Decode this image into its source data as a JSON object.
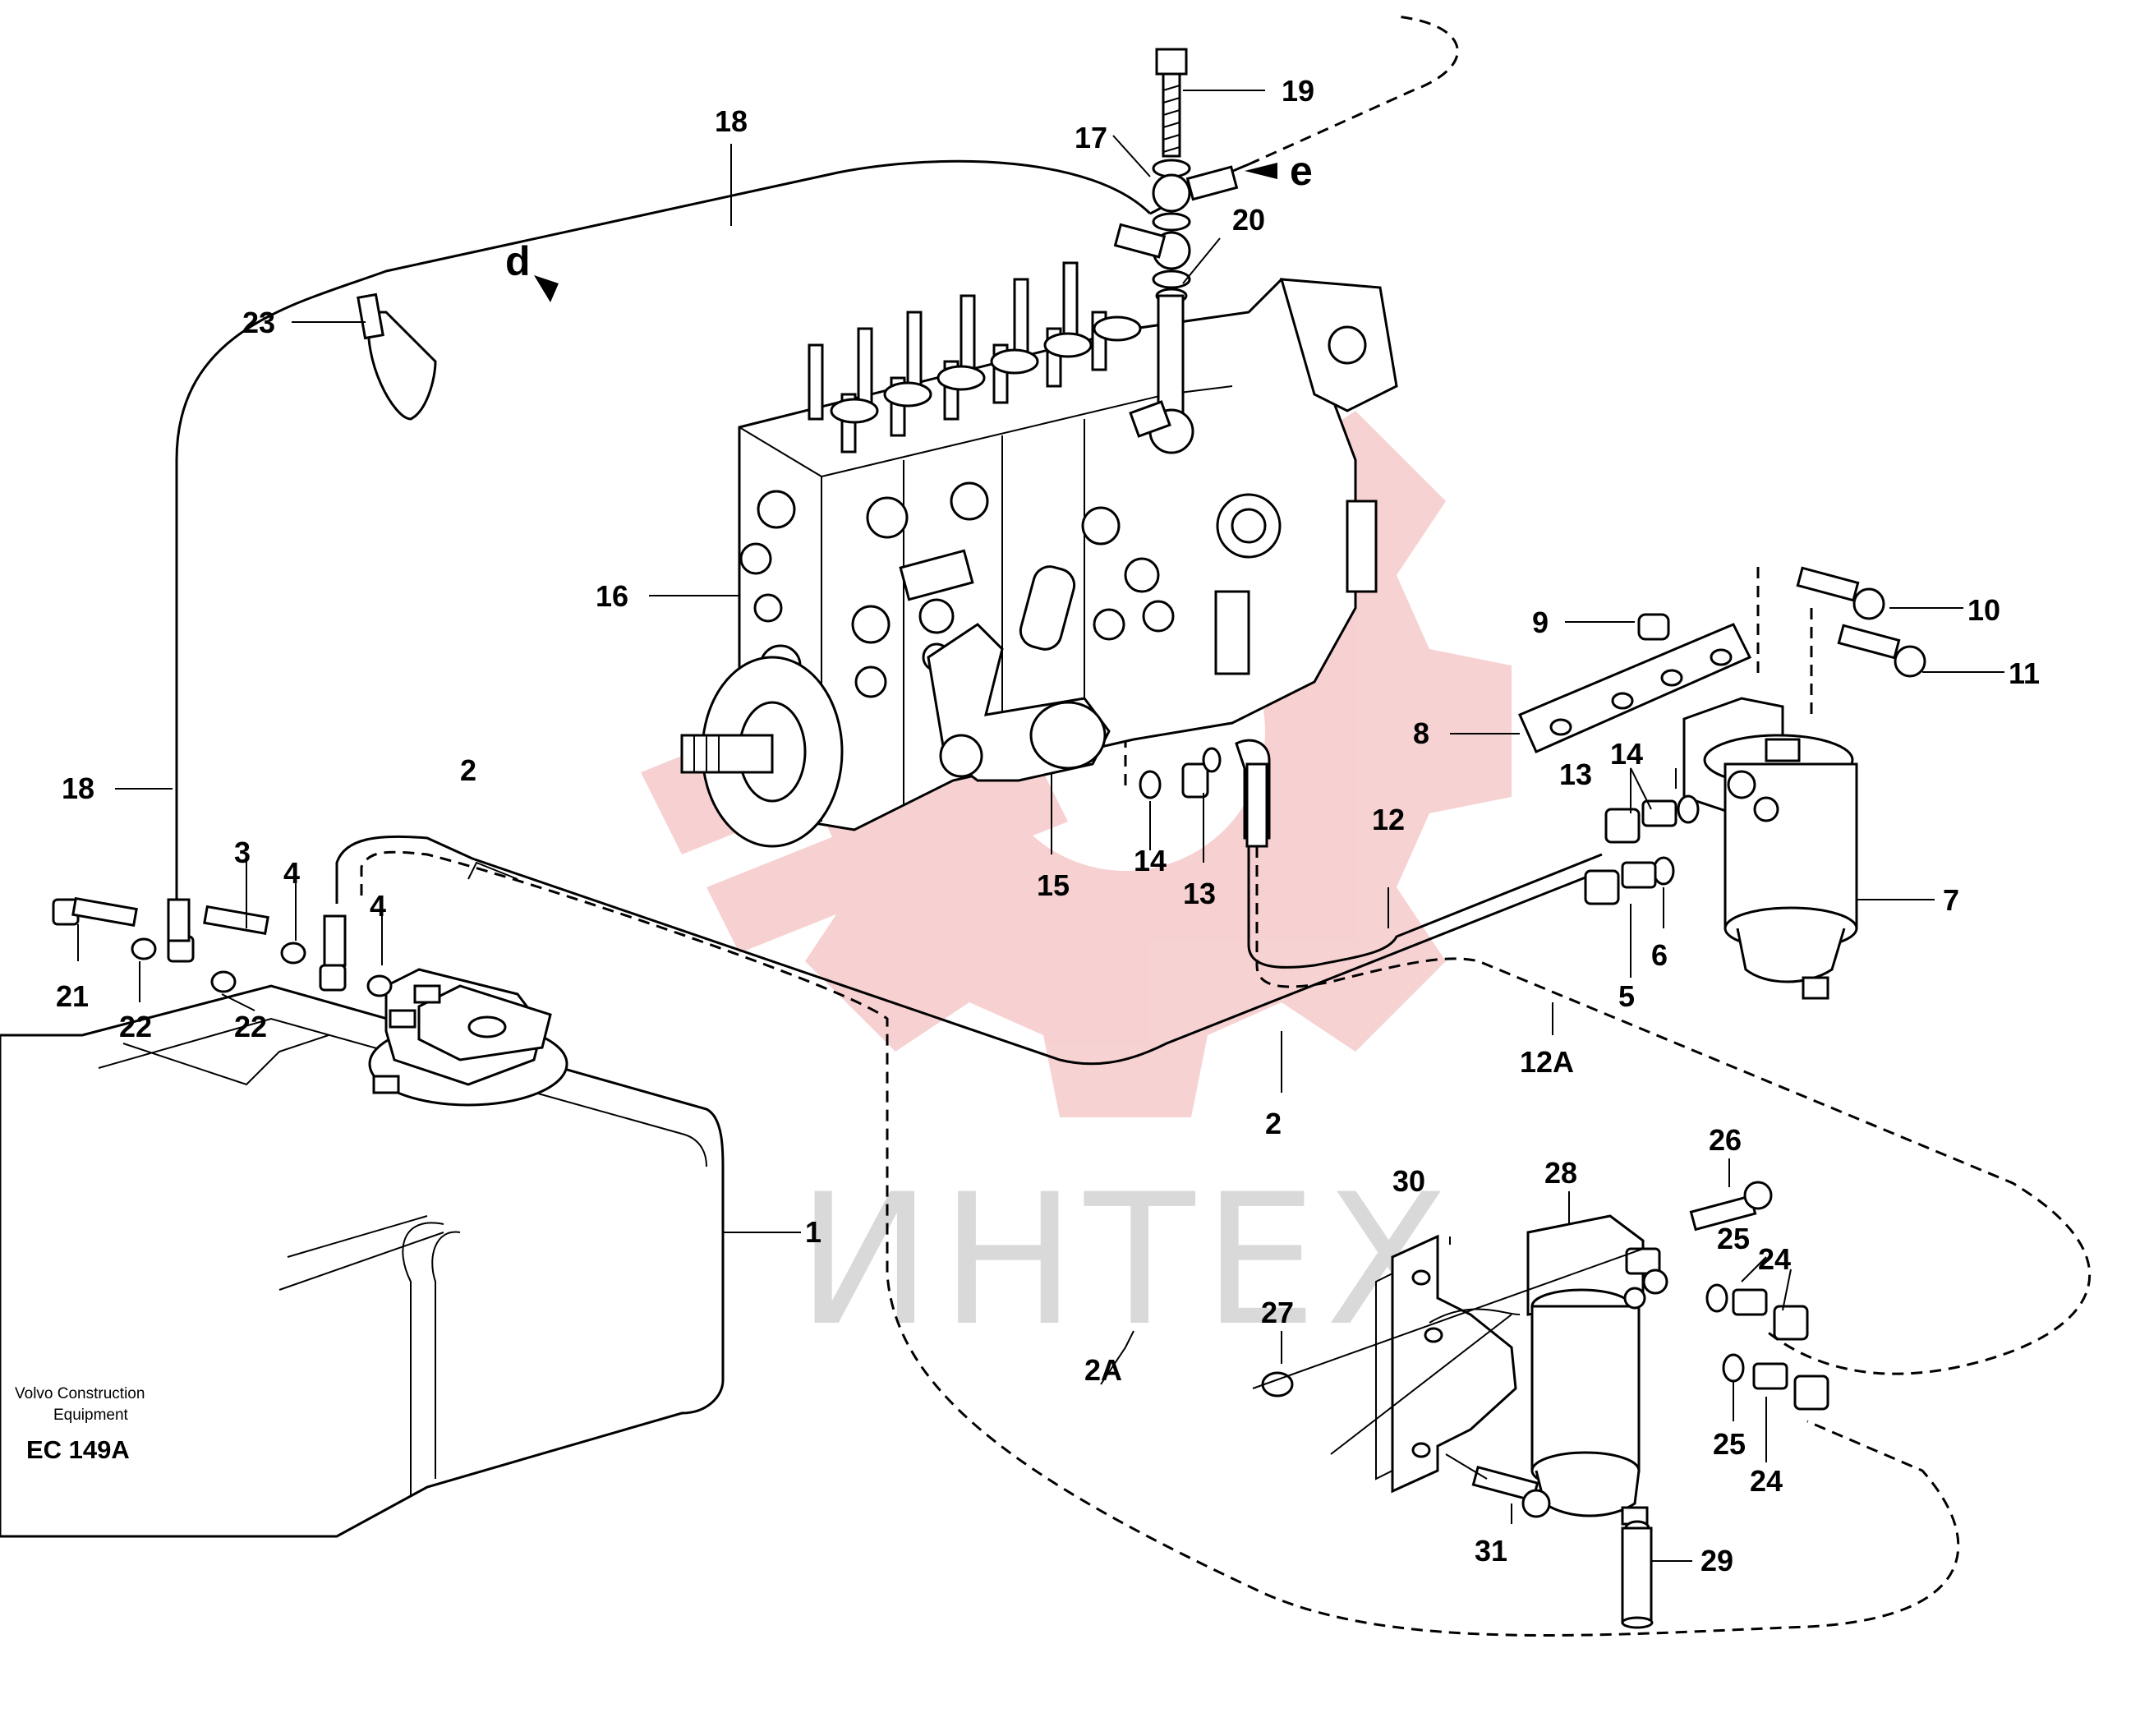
{
  "watermark": {
    "text": "ИНТЕХ",
    "logo_color": "#f4c4c4",
    "text_color": "#d9d9d9"
  },
  "footer": {
    "line1": "Volvo Construction",
    "line2": "Equipment",
    "code": "EC 149A"
  },
  "callouts": {
    "c1": "1",
    "c2a": "2",
    "c2b": "2",
    "c2A": "2A",
    "c3": "3",
    "c4a": "4",
    "c4b": "4",
    "c5": "5",
    "c6": "6",
    "c7": "7",
    "c8": "8",
    "c9": "9",
    "c10": "10",
    "c11": "11",
    "c12": "12",
    "c12A": "12A",
    "c13a": "13",
    "c13b": "13",
    "c14a": "14",
    "c14b": "14",
    "c15": "15",
    "c16": "16",
    "c17": "17",
    "c18a": "18",
    "c18b": "18",
    "c19": "19",
    "c20": "20",
    "c21": "21",
    "c22a": "22",
    "c22b": "22",
    "c23": "23",
    "c24a": "24",
    "c24b": "24",
    "c25a": "25",
    "c25b": "25",
    "c26": "26",
    "c27": "27",
    "c28": "28",
    "c29": "29",
    "c30": "30",
    "c31": "31"
  },
  "letters": {
    "d": "d",
    "e": "e"
  },
  "icons": {
    "logo": "gear-logo-icon"
  }
}
